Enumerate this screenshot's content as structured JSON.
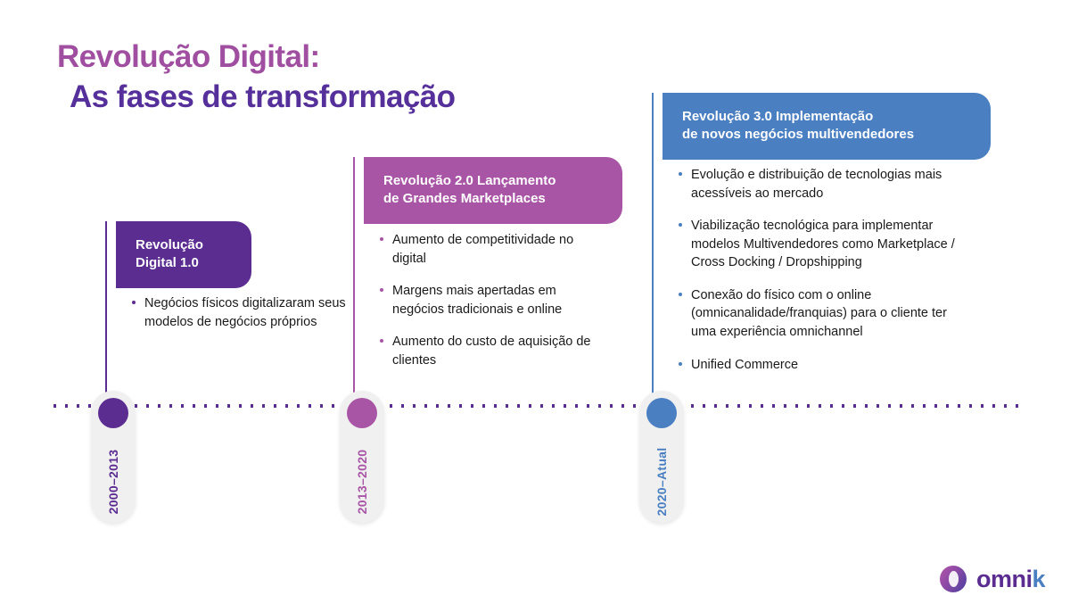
{
  "title": {
    "line1": "Revolução Digital:",
    "line2": "As fases de transformação",
    "line1_color": "#a04fa0",
    "line2_color": "#55309b"
  },
  "timeline": {
    "axis_color": "#5b2d91",
    "phases": [
      {
        "id": "phase-1",
        "header": "Revolução\nDigital 1.0",
        "header_line1": "Revolução",
        "header_line2": "Digital 1.0",
        "color": "#5b2d91",
        "date_label": "2000–2013",
        "bullets": [
          "Negócios físicos digitalizaram seus modelos de negócios próprios"
        ]
      },
      {
        "id": "phase-2",
        "header_line1": "Revolução 2.0 Lançamento",
        "header_line2": "de Grandes Marketplaces",
        "color": "#a855a5",
        "date_label": "2013–2020",
        "bullets": [
          "Aumento de competitividade no digital",
          "Margens mais apertadas em negócios tradicionais e online",
          "Aumento do custo de aquisição de clientes"
        ]
      },
      {
        "id": "phase-3",
        "header_line1": "Revolução 3.0 Implementação",
        "header_line2": "de novos negócios multivendedores",
        "color": "#4a7fc1",
        "date_label": "2020–Atual",
        "bullets": [
          "Evolução e distribuição de tecnologias mais acessíveis ao mercado",
          "Viabilização tecnológica para implementar modelos Multivendedores como Marketplace / Cross Docking / Dropshipping",
          "Conexão do físico com o online (omnicanalidade/franquias) para o cliente ter uma experiência omnichannel",
          "Unified Commerce"
        ]
      }
    ]
  },
  "logo": {
    "name_main": "omni",
    "name_accent": "k",
    "mark": "omnik-circle-logo"
  }
}
